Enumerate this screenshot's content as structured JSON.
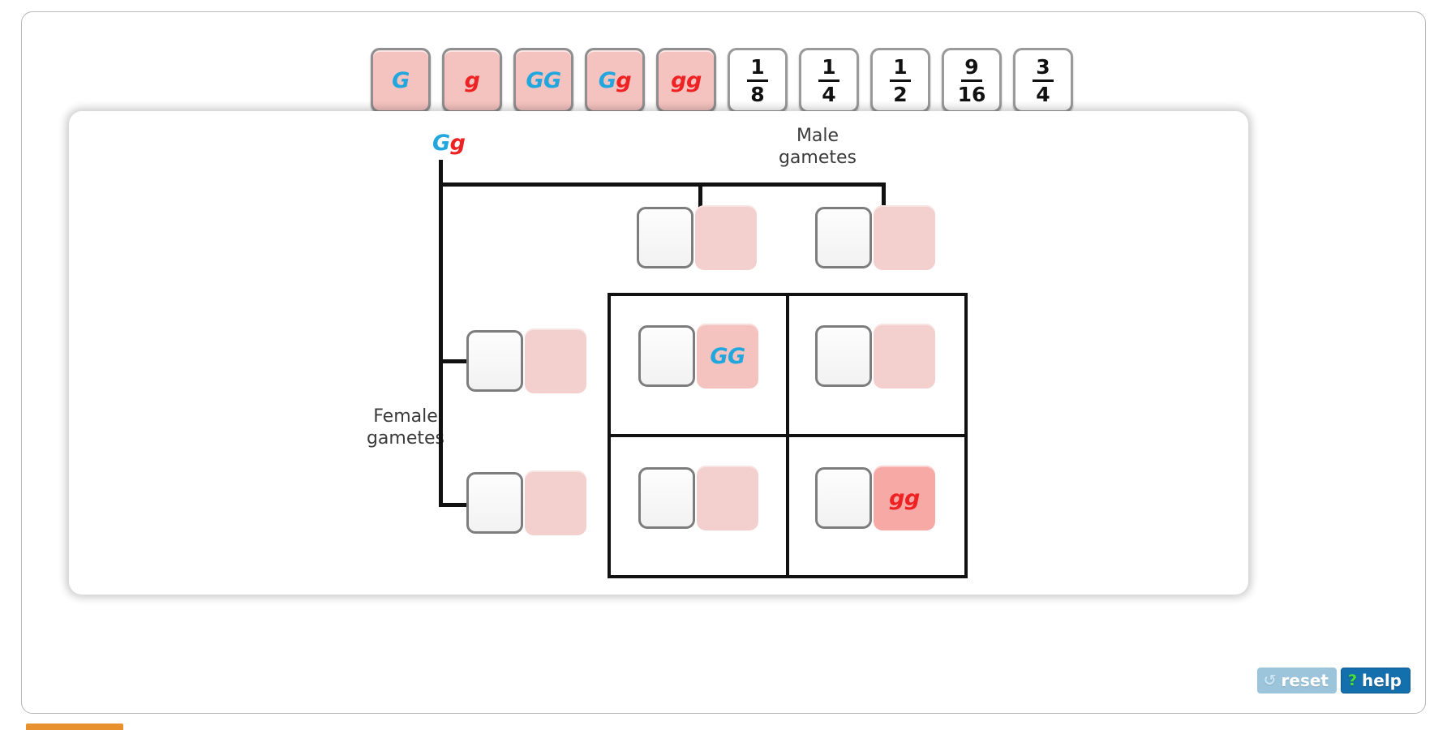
{
  "tray": {
    "label": "tile-tray",
    "tiles": [
      {
        "kind": "allele",
        "id": "tile-G",
        "parts": [
          {
            "t": "G",
            "c": "dom"
          }
        ]
      },
      {
        "kind": "allele",
        "id": "tile-g",
        "parts": [
          {
            "t": "g",
            "c": "rec"
          }
        ]
      },
      {
        "kind": "allele",
        "id": "tile-GG",
        "parts": [
          {
            "t": "G",
            "c": "dom"
          },
          {
            "t": "G",
            "c": "dom"
          }
        ]
      },
      {
        "kind": "allele",
        "id": "tile-Gg",
        "parts": [
          {
            "t": "G",
            "c": "dom"
          },
          {
            "t": "g",
            "c": "rec"
          }
        ]
      },
      {
        "kind": "allele",
        "id": "tile-gg",
        "parts": [
          {
            "t": "g",
            "c": "rec"
          },
          {
            "t": "g",
            "c": "rec"
          }
        ]
      },
      {
        "kind": "fraction",
        "id": "tile-1-8",
        "num": "1",
        "den": "8"
      },
      {
        "kind": "fraction",
        "id": "tile-1-4",
        "num": "1",
        "den": "4"
      },
      {
        "kind": "fraction",
        "id": "tile-1-2",
        "num": "1",
        "den": "2"
      },
      {
        "kind": "fraction",
        "id": "tile-9-16",
        "num": "9",
        "den": "16"
      },
      {
        "kind": "fraction",
        "id": "tile-3-4",
        "num": "3",
        "den": "4"
      }
    ]
  },
  "workspace": {
    "parent_genotype": {
      "parts": [
        {
          "t": "G",
          "c": "dom"
        },
        {
          "t": "g",
          "c": "rec"
        }
      ]
    },
    "male_label": "Male\ngametes",
    "female_label": "Female\ngametes",
    "male_gamete_slots": [
      {
        "id": "male-gamete-1",
        "filled": false,
        "text": ""
      },
      {
        "id": "male-gamete-2",
        "filled": false,
        "text": ""
      }
    ],
    "female_gamete_slots": [
      {
        "id": "female-gamete-1",
        "filled": false,
        "text": ""
      },
      {
        "id": "female-gamete-2",
        "filled": false,
        "text": ""
      }
    ],
    "offspring_cells": [
      {
        "id": "cell-top-left",
        "filled": true,
        "parts": [
          {
            "t": "G",
            "c": "dom"
          },
          {
            "t": "G",
            "c": "dom"
          }
        ],
        "strong": false
      },
      {
        "id": "cell-top-right",
        "filled": false,
        "parts": [],
        "strong": false
      },
      {
        "id": "cell-bottom-left",
        "filled": false,
        "parts": [],
        "strong": false
      },
      {
        "id": "cell-bottom-right",
        "filled": true,
        "parts": [
          {
            "t": "g",
            "c": "rec"
          },
          {
            "t": "g",
            "c": "rec"
          }
        ],
        "strong": true
      }
    ]
  },
  "controls": {
    "reset_label": "reset",
    "reset_icon": "↺",
    "help_label": "help",
    "help_icon": "?"
  },
  "colors": {
    "dominant_allele": "#21a7dd",
    "recessive_allele": "#ee2222",
    "tile_pink": "#f4c3c0",
    "ghost_pink": "#f3cfcd",
    "strong_pink": "#f7a9a6",
    "help_blue": "#1470ad",
    "reset_blue": "#9cc5dc",
    "accent_orange": "#e8902e"
  }
}
